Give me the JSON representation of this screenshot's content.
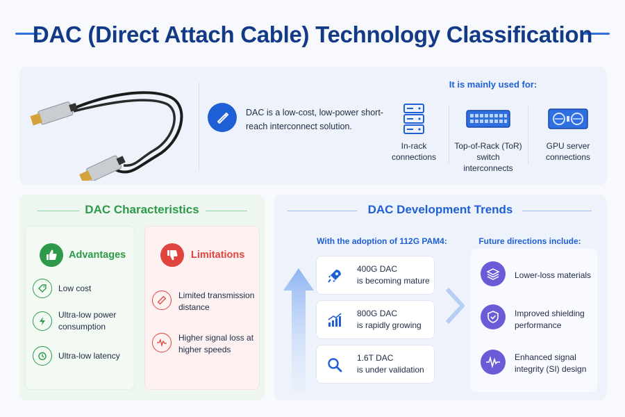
{
  "title": "DAC (Direct Attach Cable) Technology Classification",
  "intro": {
    "text": "DAC is a low-cost, low-power short-reach interconnect solution."
  },
  "usage": {
    "heading": "It is mainly used for:",
    "items": [
      {
        "label": "In-rack connections",
        "icon": "server-rack-icon"
      },
      {
        "label": "Top-of-Rack (ToR) switch interconnects",
        "icon": "switch-icon"
      },
      {
        "label": "GPU server connections",
        "icon": "gpu-server-icon"
      }
    ]
  },
  "characteristics": {
    "title": "DAC Characteristics",
    "advantages": {
      "label": "Advantages",
      "items": [
        {
          "text": "Low cost",
          "icon": "price-tag-icon"
        },
        {
          "text": "Ultra-low power consumption",
          "icon": "power-bolt-icon"
        },
        {
          "text": "Ultra-low latency",
          "icon": "timer-icon"
        }
      ]
    },
    "limitations": {
      "label": "Limitations",
      "items": [
        {
          "text": "Limited transmission distance",
          "icon": "ruler-icon"
        },
        {
          "text": "Higher signal loss at higher speeds",
          "icon": "signal-wave-icon"
        }
      ]
    }
  },
  "trends": {
    "title": "DAC Development Trends",
    "adoption_label": "With the adoption of 112G PAM4:",
    "future_label": "Future directions include:",
    "stages": [
      {
        "name": "400G DAC",
        "status": "is becoming mature",
        "icon": "rocket-icon"
      },
      {
        "name": "800G DAC",
        "status": "is rapidly growing",
        "icon": "growth-chart-icon"
      },
      {
        "name": "1.6T DAC",
        "status": "is under validation",
        "icon": "magnifier-icon"
      }
    ],
    "future": [
      {
        "text": "Lower-loss materials",
        "icon": "layers-icon"
      },
      {
        "text": "Improved shielding performance",
        "icon": "shield-icon"
      },
      {
        "text": "Enhanced signal integrity (SI) design",
        "icon": "waveform-icon"
      }
    ]
  },
  "colors": {
    "title": "#123a86",
    "accent_blue": "#1f5fd6",
    "advantage_green": "#2d9a4a",
    "limitation_red": "#e0443f",
    "future_purple": "#6b5bd6"
  }
}
